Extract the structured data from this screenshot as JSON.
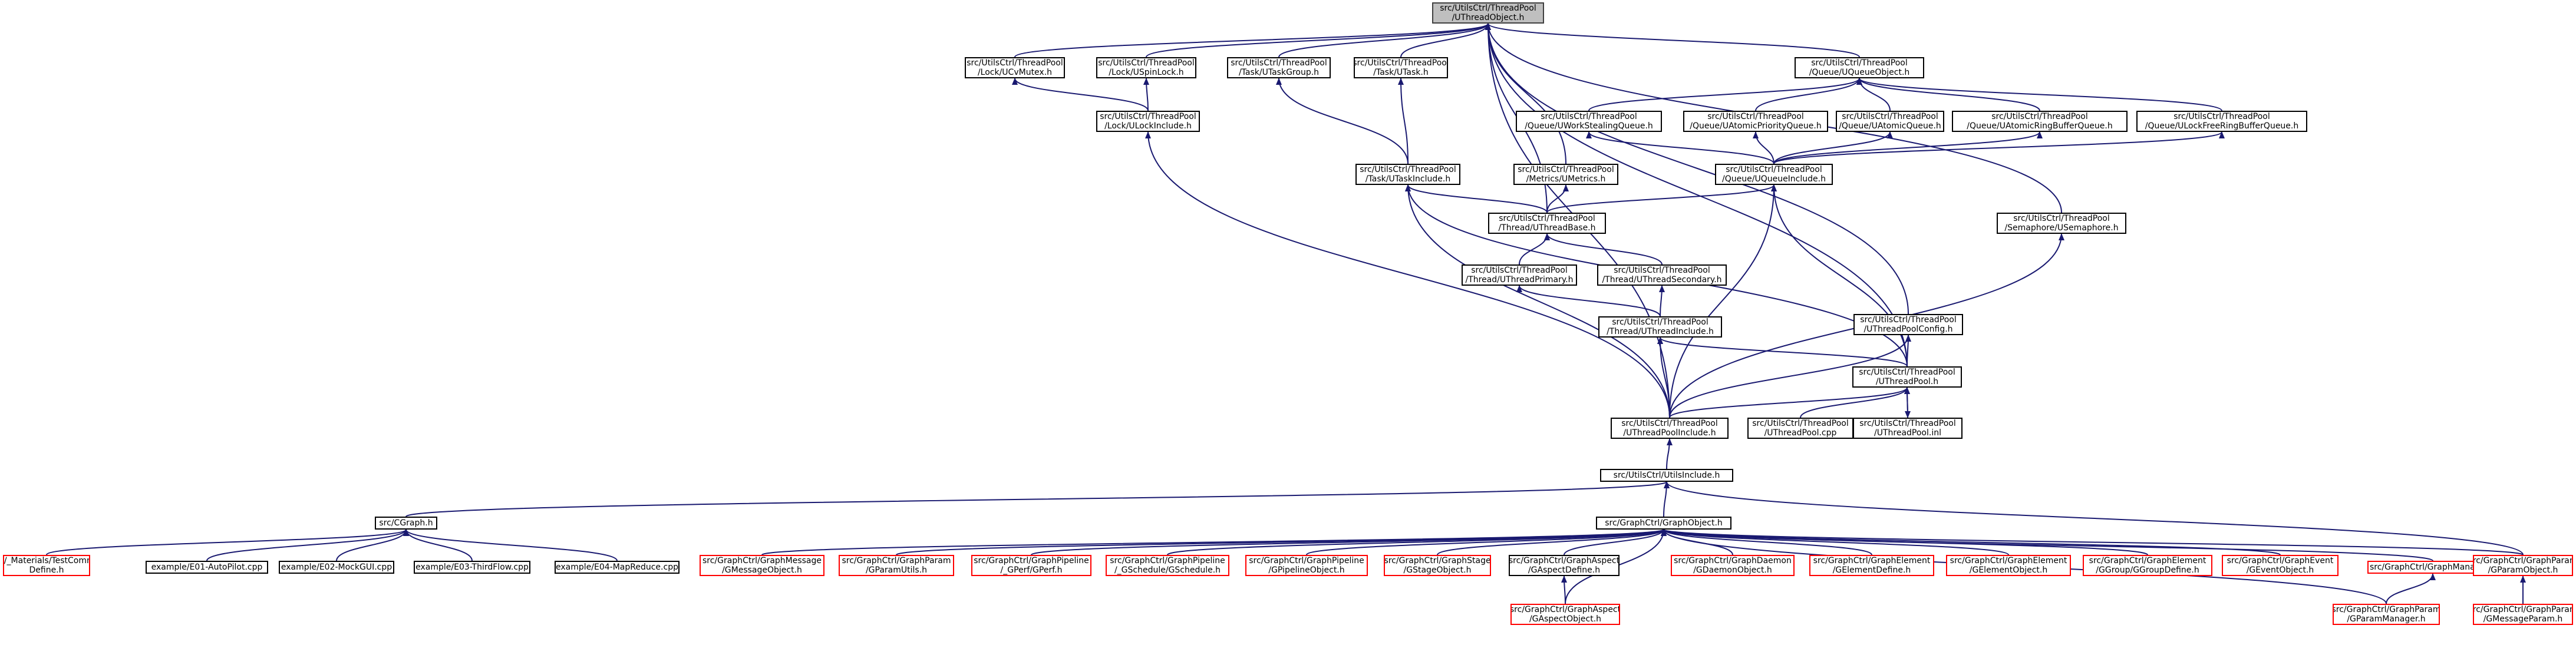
{
  "title": "",
  "colors": {
    "edge": "#191970",
    "node_border": "#000000",
    "root_fill": "#bfbfbf",
    "undocumented_border": "#ff0000"
  },
  "root_id": "uthreadobject",
  "nodes": [
    {
      "id": "uthreadobject",
      "label": [
        "src/UtilsCtrl/ThreadPool",
        "/UThreadObject.h"
      ],
      "kind": "root"
    },
    {
      "id": "ucvmutex",
      "label": [
        "src/UtilsCtrl/ThreadPool",
        "/Lock/UCvMutex.h"
      ],
      "kind": "doc"
    },
    {
      "id": "uspinlock",
      "label": [
        "src/UtilsCtrl/ThreadPool",
        "/Lock/USpinLock.h"
      ],
      "kind": "doc"
    },
    {
      "id": "utaskgroup",
      "label": [
        "src/UtilsCtrl/ThreadPool",
        "/Task/UTaskGroup.h"
      ],
      "kind": "doc"
    },
    {
      "id": "utask",
      "label": [
        "src/UtilsCtrl/ThreadPool",
        "/Task/UTask.h"
      ],
      "kind": "doc"
    },
    {
      "id": "uqueueobject",
      "label": [
        "src/UtilsCtrl/ThreadPool",
        "/Queue/UQueueObject.h"
      ],
      "kind": "doc"
    },
    {
      "id": "ulockinclude",
      "label": [
        "src/UtilsCtrl/ThreadPool",
        "/Lock/ULockInclude.h"
      ],
      "kind": "doc"
    },
    {
      "id": "uworkstealing",
      "label": [
        "src/UtilsCtrl/ThreadPool",
        "/Queue/UWorkStealingQueue.h"
      ],
      "kind": "doc"
    },
    {
      "id": "uatomicpriority",
      "label": [
        "src/UtilsCtrl/ThreadPool",
        "/Queue/UAtomicPriorityQueue.h"
      ],
      "kind": "doc"
    },
    {
      "id": "uatomicqueue",
      "label": [
        "src/UtilsCtrl/ThreadPool",
        "/Queue/UAtomicQueue.h"
      ],
      "kind": "doc"
    },
    {
      "id": "uatomicring",
      "label": [
        "src/UtilsCtrl/ThreadPool",
        "/Queue/UAtomicRingBufferQueue.h"
      ],
      "kind": "doc"
    },
    {
      "id": "ulockfreering",
      "label": [
        "src/UtilsCtrl/ThreadPool",
        "/Queue/ULockFreeRingBufferQueue.h"
      ],
      "kind": "doc"
    },
    {
      "id": "utaskinclude",
      "label": [
        "src/UtilsCtrl/ThreadPool",
        "/Task/UTaskInclude.h"
      ],
      "kind": "doc"
    },
    {
      "id": "umetrics",
      "label": [
        "src/UtilsCtrl/ThreadPool",
        "/Metrics/UMetrics.h"
      ],
      "kind": "doc"
    },
    {
      "id": "uqueueinclude",
      "label": [
        "src/UtilsCtrl/ThreadPool",
        "/Queue/UQueueInclude.h"
      ],
      "kind": "doc"
    },
    {
      "id": "uthreadbase",
      "label": [
        "src/UtilsCtrl/ThreadPool",
        "/Thread/UThreadBase.h"
      ],
      "kind": "doc"
    },
    {
      "id": "usemaphore",
      "label": [
        "src/UtilsCtrl/ThreadPool",
        "/Semaphore/USemaphore.h"
      ],
      "kind": "doc"
    },
    {
      "id": "uthreadprimary",
      "label": [
        "src/UtilsCtrl/ThreadPool",
        "/Thread/UThreadPrimary.h"
      ],
      "kind": "doc"
    },
    {
      "id": "uthreadsecondary",
      "label": [
        "src/UtilsCtrl/ThreadPool",
        "/Thread/UThreadSecondary.h"
      ],
      "kind": "doc"
    },
    {
      "id": "uthreadinclude",
      "label": [
        "src/UtilsCtrl/ThreadPool",
        "/Thread/UThreadInclude.h"
      ],
      "kind": "doc"
    },
    {
      "id": "uthreadpoolconfig",
      "label": [
        "src/UtilsCtrl/ThreadPool",
        "/UThreadPoolConfig.h"
      ],
      "kind": "doc"
    },
    {
      "id": "uthreadpool",
      "label": [
        "src/UtilsCtrl/ThreadPool",
        "/UThreadPool.h"
      ],
      "kind": "doc"
    },
    {
      "id": "uthreadpoolinclude",
      "label": [
        "src/UtilsCtrl/ThreadPool",
        "/UThreadPoolInclude.h"
      ],
      "kind": "doc"
    },
    {
      "id": "uthreadpoolcpp",
      "label": [
        "src/UtilsCtrl/ThreadPool",
        "/UThreadPool.cpp"
      ],
      "kind": "doc"
    },
    {
      "id": "uthreadpoolinl",
      "label": [
        "src/UtilsCtrl/ThreadPool",
        "/UThreadPool.inl"
      ],
      "kind": "doc"
    },
    {
      "id": "uutilsinclude",
      "label": [
        "src/UtilsCtrl/UtilsInclude.h"
      ],
      "kind": "doc"
    },
    {
      "id": "cgraph",
      "label": [
        "src/CGraph.h"
      ],
      "kind": "doc"
    },
    {
      "id": "graphobject",
      "label": [
        "src/GraphCtrl/GraphObject.h"
      ],
      "kind": "doc"
    },
    {
      "id": "testcommon",
      "label": [
        "test/_Materials/TestCommon",
        "Define.h"
      ],
      "kind": "undoc"
    },
    {
      "id": "e01",
      "label": [
        "example/E01-AutoPilot.cpp"
      ],
      "kind": "doc"
    },
    {
      "id": "e02",
      "label": [
        "example/E02-MockGUI.cpp"
      ],
      "kind": "doc"
    },
    {
      "id": "e03",
      "label": [
        "example/E03-ThirdFlow.cpp"
      ],
      "kind": "doc"
    },
    {
      "id": "e04",
      "label": [
        "example/E04-MapReduce.cpp"
      ],
      "kind": "doc"
    },
    {
      "id": "gmessageobject",
      "label": [
        "src/GraphCtrl/GraphMessage",
        "/GMessageObject.h"
      ],
      "kind": "undoc"
    },
    {
      "id": "gparamutils",
      "label": [
        "src/GraphCtrl/GraphParam",
        "/GParamUtils.h"
      ],
      "kind": "undoc"
    },
    {
      "id": "gperf",
      "label": [
        "src/GraphCtrl/GraphPipeline",
        "/_GPerf/GPerf.h"
      ],
      "kind": "undoc"
    },
    {
      "id": "gschedule",
      "label": [
        "src/GraphCtrl/GraphPipeline",
        "/_GSchedule/GSchedule.h"
      ],
      "kind": "undoc"
    },
    {
      "id": "gpipelineobject",
      "label": [
        "src/GraphCtrl/GraphPipeline",
        "/GPipelineObject.h"
      ],
      "kind": "undoc"
    },
    {
      "id": "gstageobject",
      "label": [
        "src/GraphCtrl/GraphStage",
        "/GStageObject.h"
      ],
      "kind": "undoc"
    },
    {
      "id": "gaspectdefine",
      "label": [
        "src/GraphCtrl/GraphAspect",
        "/GAspectDefine.h"
      ],
      "kind": "doc"
    },
    {
      "id": "gdaemonobject",
      "label": [
        "src/GraphCtrl/GraphDaemon",
        "/GDaemonObject.h"
      ],
      "kind": "undoc"
    },
    {
      "id": "gelementdefine",
      "label": [
        "src/GraphCtrl/GraphElement",
        "/GElementDefine.h"
      ],
      "kind": "undoc"
    },
    {
      "id": "gelementobject",
      "label": [
        "src/GraphCtrl/GraphElement",
        "/GElementObject.h"
      ],
      "kind": "undoc"
    },
    {
      "id": "ggroupdefine",
      "label": [
        "src/GraphCtrl/GraphElement",
        "/GGroup/GGroupDefine.h"
      ],
      "kind": "undoc"
    },
    {
      "id": "geventobject",
      "label": [
        "src/GraphCtrl/GraphEvent",
        "/GEventObject.h"
      ],
      "kind": "undoc"
    },
    {
      "id": "graphmanager",
      "label": [
        "src/GraphCtrl/GraphManager.h"
      ],
      "kind": "undoc"
    },
    {
      "id": "gparamobject",
      "label": [
        "src/GraphCtrl/GraphParam",
        "/GParamObject.h"
      ],
      "kind": "undoc"
    },
    {
      "id": "gaspectobject",
      "label": [
        "src/GraphCtrl/GraphAspect",
        "/GAspectObject.h"
      ],
      "kind": "undoc"
    },
    {
      "id": "gparammanager",
      "label": [
        "src/GraphCtrl/GraphParam",
        "/GParamManager.h"
      ],
      "kind": "undoc"
    },
    {
      "id": "gmessageparam",
      "label": [
        "src/GraphCtrl/GraphParam",
        "/GMessageParam.h"
      ],
      "kind": "undoc"
    }
  ],
  "edges": [
    [
      "ucvmutex",
      "uthreadobject"
    ],
    [
      "uspinlock",
      "uthreadobject"
    ],
    [
      "utaskgroup",
      "uthreadobject"
    ],
    [
      "utask",
      "uthreadobject"
    ],
    [
      "uqueueobject",
      "uthreadobject"
    ],
    [
      "umetrics",
      "uthreadobject"
    ],
    [
      "uthreadbase",
      "uthreadobject"
    ],
    [
      "usemaphore",
      "uthreadobject"
    ],
    [
      "uthreadpoolconfig",
      "uthreadobject"
    ],
    [
      "uthreadpool",
      "uthreadobject"
    ],
    [
      "uthreadpoolinclude",
      "uthreadobject"
    ],
    [
      "ulockinclude",
      "ucvmutex"
    ],
    [
      "ulockinclude",
      "uspinlock"
    ],
    [
      "utaskinclude",
      "utaskgroup"
    ],
    [
      "utaskinclude",
      "utask"
    ],
    [
      "uworkstealing",
      "uqueueobject"
    ],
    [
      "uatomicpriority",
      "uqueueobject"
    ],
    [
      "uatomicqueue",
      "uqueueobject"
    ],
    [
      "uatomicring",
      "uqueueobject"
    ],
    [
      "ulockfreering",
      "uqueueobject"
    ],
    [
      "uqueueinclude",
      "uworkstealing"
    ],
    [
      "uqueueinclude",
      "uatomicpriority"
    ],
    [
      "uqueueinclude",
      "uatomicqueue"
    ],
    [
      "uqueueinclude",
      "uatomicring"
    ],
    [
      "uqueueinclude",
      "ulockfreering"
    ],
    [
      "uthreadbase",
      "utaskinclude"
    ],
    [
      "uthreadbase",
      "umetrics"
    ],
    [
      "uthreadbase",
      "uqueueinclude"
    ],
    [
      "uthreadpoolinclude",
      "ulockinclude"
    ],
    [
      "uthreadpoolinclude",
      "utaskinclude"
    ],
    [
      "uthreadpoolinclude",
      "uqueueinclude"
    ],
    [
      "uthreadpoolinclude",
      "usemaphore"
    ],
    [
      "uthreadpoolinclude",
      "uthreadinclude"
    ],
    [
      "uthreadpoolinclude",
      "uthreadpoolconfig"
    ],
    [
      "uthreadpoolinclude",
      "uthreadpool"
    ],
    [
      "uthreadprimary",
      "uthreadbase"
    ],
    [
      "uthreadsecondary",
      "uthreadbase"
    ],
    [
      "uthreadinclude",
      "uthreadprimary"
    ],
    [
      "uthreadinclude",
      "uthreadsecondary"
    ],
    [
      "uthreadpool",
      "utaskinclude"
    ],
    [
      "uthreadpool",
      "uqueueinclude"
    ],
    [
      "uthreadpool",
      "uthreadinclude"
    ],
    [
      "uthreadpool",
      "uthreadpoolconfig"
    ],
    [
      "uthreadpoolcpp",
      "uthreadpool"
    ],
    [
      "uthreadpoolinl",
      "uthreadpool"
    ],
    [
      "uthreadpool",
      "uthreadpoolinl"
    ],
    [
      "uutilsinclude",
      "uthreadpoolinclude"
    ],
    [
      "cgraph",
      "uutilsinclude"
    ],
    [
      "graphobject",
      "uutilsinclude"
    ],
    [
      "gparamobject",
      "uutilsinclude"
    ],
    [
      "testcommon",
      "cgraph"
    ],
    [
      "e01",
      "cgraph"
    ],
    [
      "e02",
      "cgraph"
    ],
    [
      "e03",
      "cgraph"
    ],
    [
      "e04",
      "cgraph"
    ],
    [
      "gmessageobject",
      "graphobject"
    ],
    [
      "gparamutils",
      "graphobject"
    ],
    [
      "gperf",
      "graphobject"
    ],
    [
      "gschedule",
      "graphobject"
    ],
    [
      "gpipelineobject",
      "graphobject"
    ],
    [
      "gstageobject",
      "graphobject"
    ],
    [
      "gaspectdefine",
      "graphobject"
    ],
    [
      "gdaemonobject",
      "graphobject"
    ],
    [
      "gelementdefine",
      "graphobject"
    ],
    [
      "gelementobject",
      "graphobject"
    ],
    [
      "ggroupdefine",
      "graphobject"
    ],
    [
      "geventobject",
      "graphobject"
    ],
    [
      "graphmanager",
      "graphobject"
    ],
    [
      "gparamobject",
      "graphobject"
    ],
    [
      "gaspectobject",
      "graphobject"
    ],
    [
      "gparammanager",
      "graphobject"
    ],
    [
      "gaspectobject",
      "gaspectdefine"
    ],
    [
      "gparammanager",
      "graphmanager"
    ],
    [
      "gmessageparam",
      "gparamobject"
    ]
  ]
}
